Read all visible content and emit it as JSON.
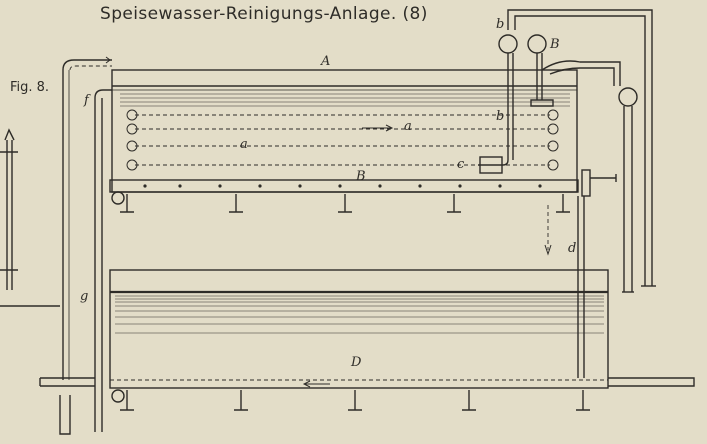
{
  "title": "Speisewasser-Reinigungs-Anlage. (8)",
  "figure": "Fig. 8.",
  "labels": {
    "A": "A",
    "B_valve": "B",
    "B_tray": "B",
    "D": "D",
    "a_upper": "a",
    "a_lower": "a",
    "b_valve": "b",
    "b_tank": "b",
    "c": "c",
    "d": "d",
    "f": "f",
    "g": "g"
  },
  "colors": {
    "paper": "#e3ddc8",
    "ink": "#2e2c28",
    "water": "#d3cdb6"
  }
}
